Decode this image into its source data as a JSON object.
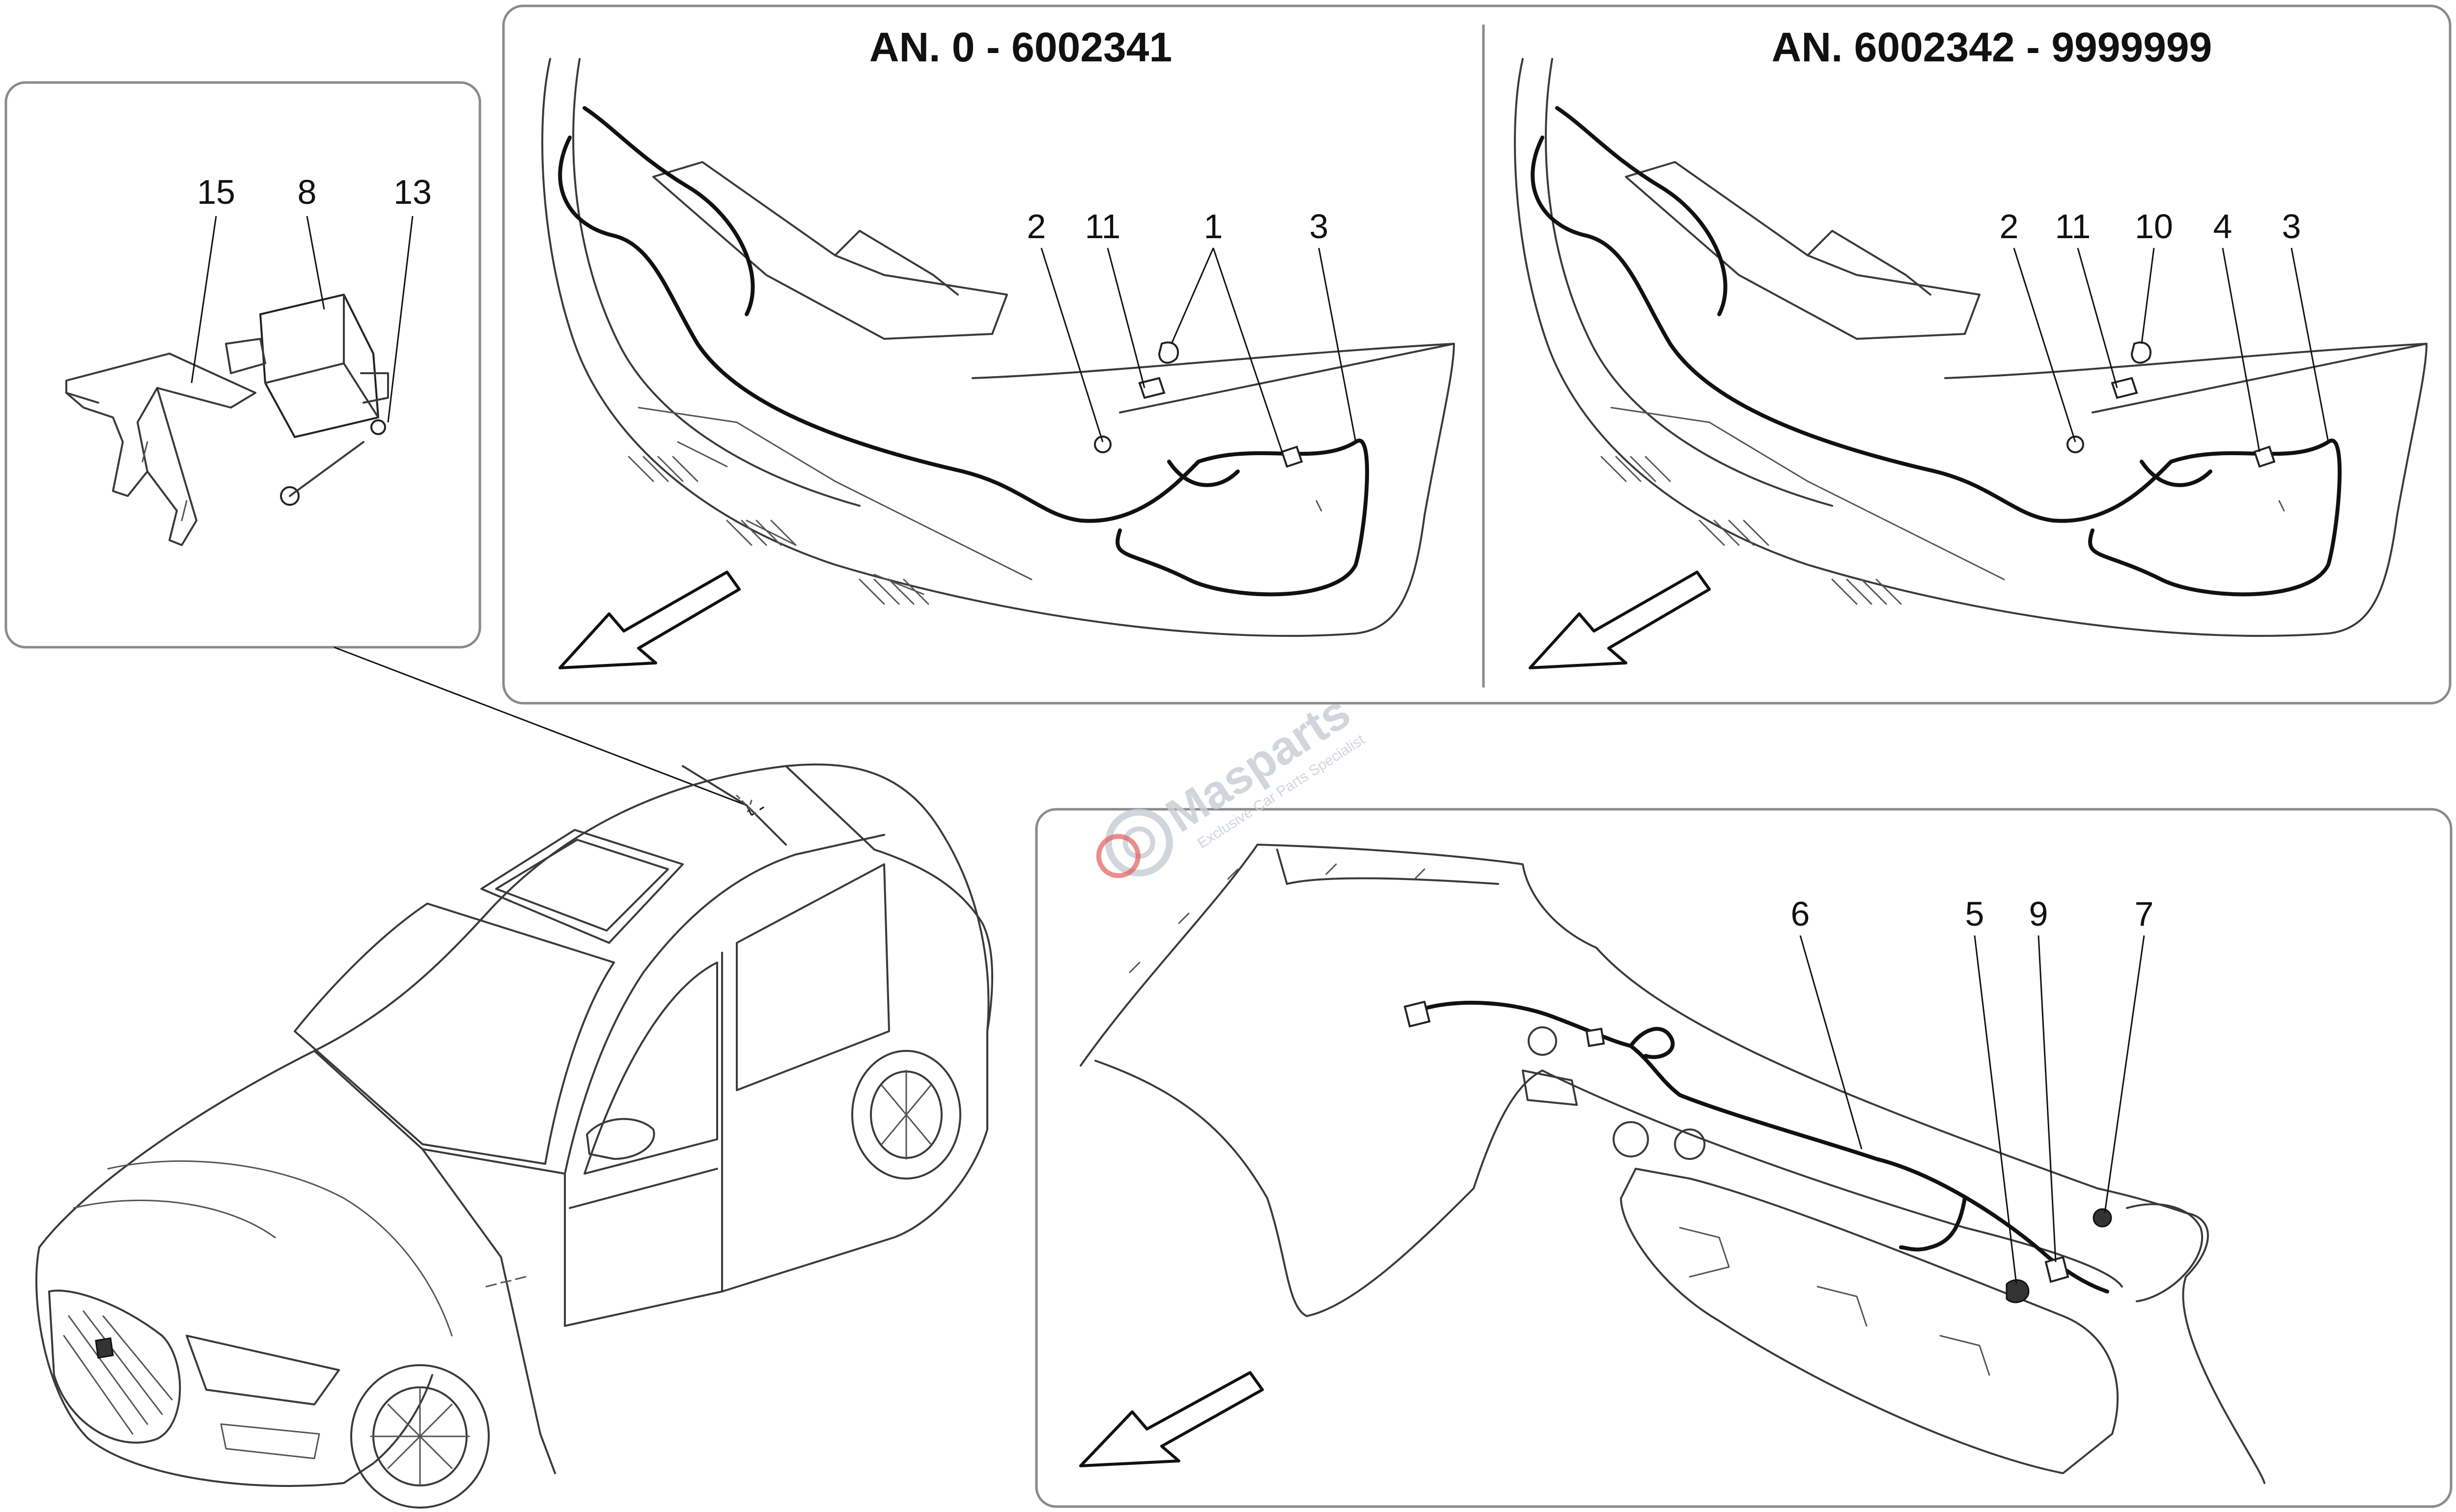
{
  "panels": {
    "detail": {
      "callouts": [
        "15",
        "8",
        "13"
      ]
    },
    "front_early": {
      "title": "AN. 0 - 6002341",
      "callouts": [
        "2",
        "11",
        "1",
        "3"
      ]
    },
    "front_late": {
      "title": "AN. 6002342 - 9999999",
      "callouts": [
        "2",
        "11",
        "10",
        "4",
        "3"
      ]
    },
    "rear": {
      "callouts": [
        "6",
        "5",
        "9",
        "7"
      ]
    }
  },
  "watermark": {
    "brand": "Masparts",
    "tagline": "Exclusive Car Parts Specialist"
  },
  "colors": {
    "line": "#3a3a3a",
    "panel_border": "#8a8a8a",
    "watermark": "#c9ced6",
    "watermark_accent": "#e04040"
  }
}
